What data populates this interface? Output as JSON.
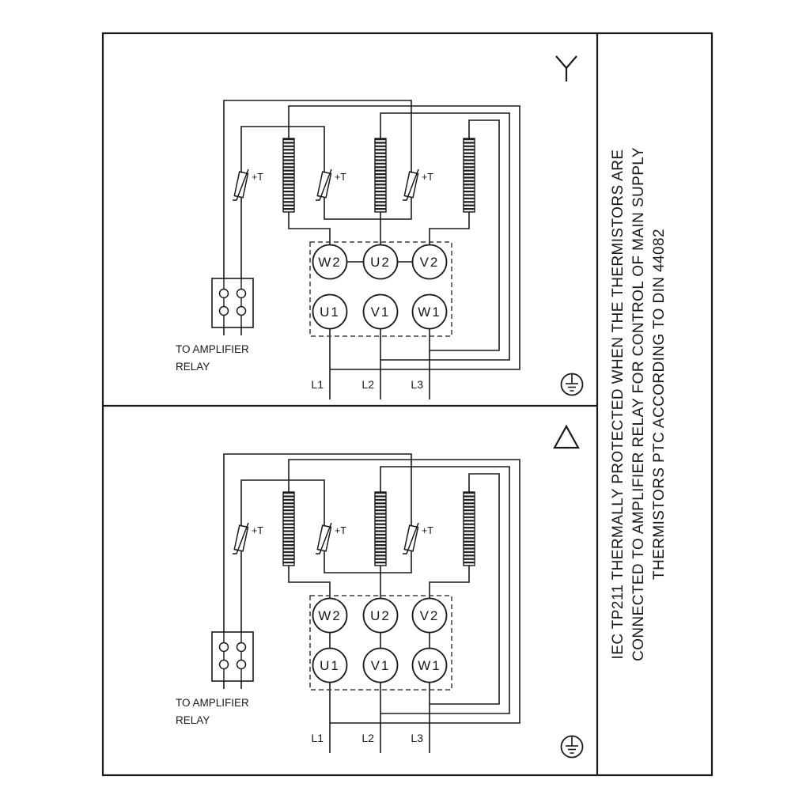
{
  "colors": {
    "ink": "#1a1a1a",
    "background": "#ffffff",
    "dashed_box": "#3c3c3c"
  },
  "note": {
    "lines": [
      "IEC TP211 THERMALLY PROTECTED WHEN THE THERMISTORS ARE",
      "CONNECTED TO AMPLIFIER RELAY FOR CONTROL OF MAIN SUPPLY",
      "THERMISTORS PTC ACCORDING TO DIN 44082"
    ]
  },
  "panel_star": {
    "connection": "star",
    "terminals_top": [
      "W2",
      "U2",
      "V2"
    ],
    "terminals_bottom": [
      "U1",
      "V1",
      "W1"
    ],
    "supply": [
      "L1",
      "L2",
      "L3"
    ],
    "thermistor_label": "+T",
    "relay_caption_line1": "TO AMPLIFIER",
    "relay_caption_line2": "RELAY"
  },
  "panel_delta": {
    "connection": "delta",
    "terminals_top": [
      "W2",
      "U2",
      "V2"
    ],
    "terminals_bottom": [
      "U1",
      "V1",
      "W1"
    ],
    "supply": [
      "L1",
      "L2",
      "L3"
    ],
    "thermistor_label": "+T",
    "relay_caption_line1": "TO AMPLIFIER",
    "relay_caption_line2": "RELAY"
  }
}
